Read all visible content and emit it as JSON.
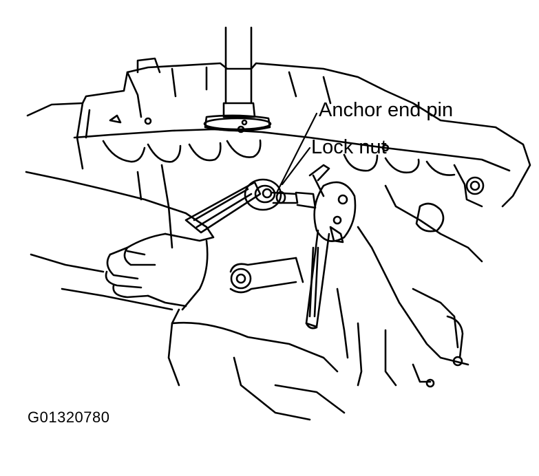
{
  "callouts": {
    "anchor_end_pin": "Anchor end pin",
    "lock_nut": "Lock nut"
  },
  "figure": {
    "code": "G01320780"
  },
  "colors": {
    "line": "#000000",
    "background": "#ffffff"
  }
}
